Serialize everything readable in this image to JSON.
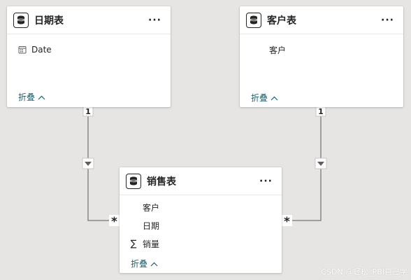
{
  "tables": {
    "date": {
      "title": "日期表",
      "fields": [
        {
          "label": "Date",
          "icon": "calendar-icon"
        }
      ],
      "collapse_label": "折叠"
    },
    "customer": {
      "title": "客户表",
      "fields": [
        {
          "label": "客户",
          "icon": ""
        }
      ],
      "collapse_label": "折叠"
    },
    "sales": {
      "title": "销售表",
      "fields": [
        {
          "label": "客户",
          "icon": ""
        },
        {
          "label": "日期",
          "icon": ""
        },
        {
          "label": "销量",
          "icon": "sigma-icon"
        }
      ],
      "collapse_label": "折叠"
    }
  },
  "relationships": [
    {
      "from": "日期表",
      "to": "销售表",
      "from_cardinality": "1",
      "to_cardinality": "*",
      "direction": "single"
    },
    {
      "from": "客户表",
      "to": "销售表",
      "from_cardinality": "1",
      "to_cardinality": "*",
      "direction": "single"
    }
  ],
  "watermark": "CSDN @轻松_PBI自己学",
  "colors": {
    "canvas_bg": "#e6e5e3",
    "card_bg": "#ffffff",
    "link_text": "#1b5f6b",
    "line": "#8a8886"
  }
}
